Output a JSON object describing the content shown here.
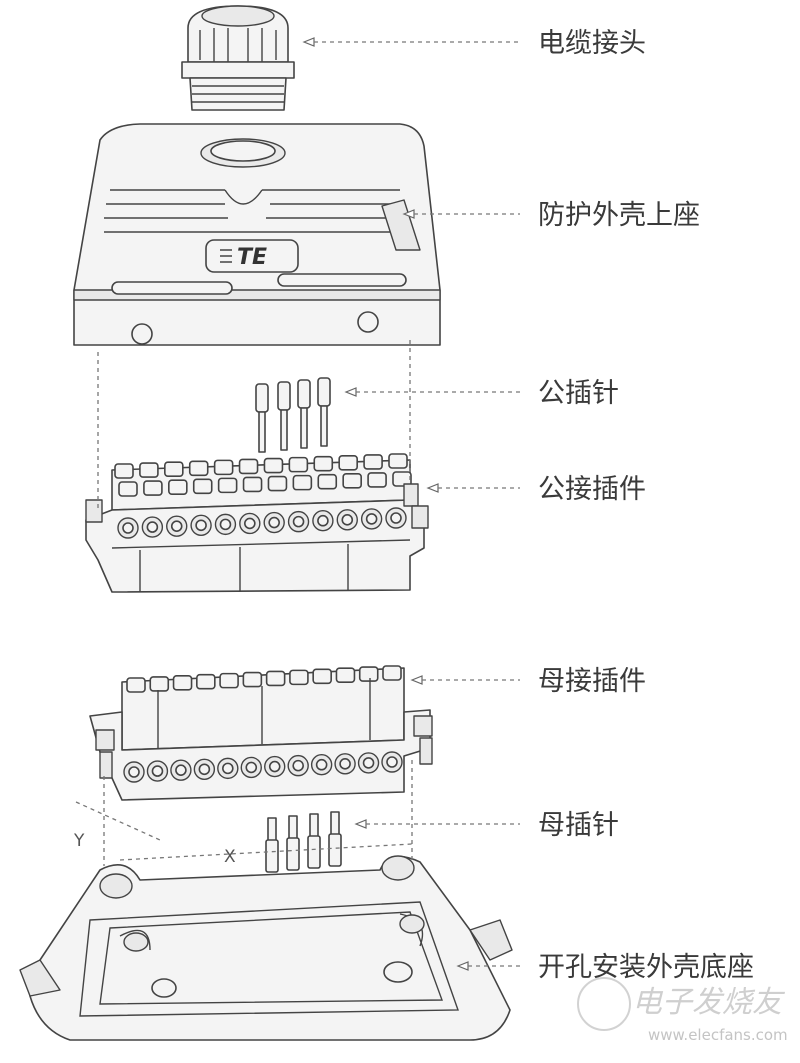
{
  "labels": {
    "cable_gland": "电缆接头",
    "hood_top": "防护外壳上座",
    "male_pin": "公插针",
    "male_insert": "公接插件",
    "female_insert": "母接插件",
    "female_pin": "母插针",
    "base_housing": "开孔安装外壳底座"
  },
  "dimensions": {
    "x": "X",
    "y": "Y"
  },
  "logo": {
    "text": "TE"
  },
  "watermark": {
    "cn": "电子发烧友",
    "url": "www.elecfans.com"
  }
}
